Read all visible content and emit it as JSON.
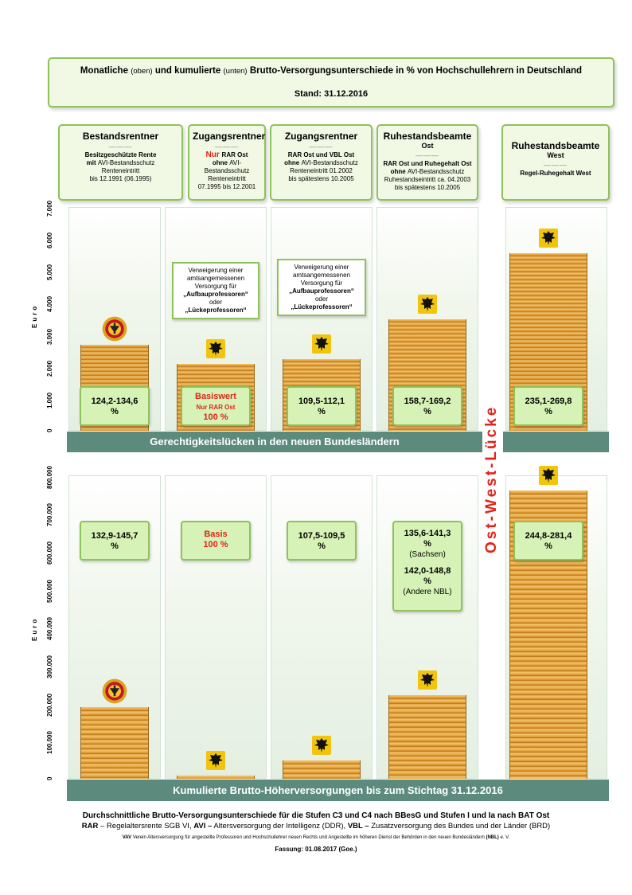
{
  "title": {
    "line1_a": "Monatliche",
    "line1_b": "(oben)",
    "line1_c": "und kumulierte",
    "line1_d": "(unten)",
    "line1_e": "Brutto-Versorgungsunterschiede in % von Hochschullehrern in Deutschland",
    "line2": "Stand: 31.12.2016"
  },
  "headers": [
    {
      "title": "Bestandsrentner",
      "dash": "———",
      "lines": [
        [
          "b",
          "Besitzgeschützte Rente"
        ],
        [
          "m",
          "mit|AVI-Bestandsschutz"
        ],
        [
          "n",
          "Renteneintritt"
        ],
        [
          "n",
          "bis 12.1991 (06.1995)"
        ]
      ]
    },
    {
      "title": "Zugangsrentner",
      "dash": "———",
      "lines": [
        [
          "r",
          "Nur|RAR Ost"
        ],
        [
          "m",
          "ohne|AVI-Bestandsschutz"
        ],
        [
          "n",
          "Renteneintritt"
        ],
        [
          "n",
          "07.1995 bis 12.2001"
        ]
      ]
    },
    {
      "title": "Zugangsrentner",
      "dash": "———",
      "lines": [
        [
          "b",
          "RAR Ost und VBL Ost"
        ],
        [
          "m",
          "ohne|AVI-Bestandsschutz"
        ],
        [
          "n",
          "Renteneintritt 01.2002"
        ],
        [
          "n",
          "bis spätestens 10.2005"
        ]
      ]
    },
    {
      "title": "Ruhestandsbeamte",
      "sub": "Ost",
      "dash": "———",
      "lines": [
        [
          "b",
          "RAR Ost und Ruhegehalt Ost"
        ],
        [
          "m",
          "ohne|AVI-Bestandsschutz"
        ],
        [
          "n",
          "Ruhestandseintritt ca. 04.2003"
        ],
        [
          "n",
          "bis spätestens 10.2005"
        ]
      ]
    },
    {
      "title": "Ruhestandsbeamte",
      "sub": "West",
      "dash": "———",
      "lines": [
        [
          "b",
          "Regel-Ruhegehalt West"
        ]
      ]
    }
  ],
  "notes": [
    {
      "l1": "Verweigerung einer",
      "l2": "amtsangemessenen",
      "l3": "Versorgung für",
      "b1": "„Aufbauprofessoren“",
      "l4": "oder",
      "b2": "„Lückeprofessoren“"
    },
    {
      "l1": "Verweigerung einer",
      "l2": "amtsangemessenen",
      "l3": "Versorgung für",
      "b1": "„Aufbauprofessoren“",
      "l4": "oder",
      "b2": "„Lückeprofessoren“"
    }
  ],
  "top_pct": [
    {
      "l1": "124,2-134,6",
      "l2": "%"
    },
    {
      "l1": "Basiswert",
      "l2": "Nur RAR Ost",
      "l3": "100 %"
    },
    {
      "l1": "109,5-112,1",
      "l2": "%"
    },
    {
      "l1": "158,7-169,2",
      "l2": "%"
    },
    {
      "l1": "235,1-269,8",
      "l2": "%"
    }
  ],
  "bottom_pct": [
    {
      "l1": "132,9-145,7",
      "l2": "%"
    },
    {
      "l1": "Basis",
      "l2": "100 %"
    },
    {
      "l1": "107,5-109,5",
      "l2": "%"
    },
    {
      "l1": "135,6-141,3",
      "l2": "%",
      "l3": "(Sachsen)",
      "l4": "142,0-148,8",
      "l5": "%",
      "l6": "(Andere NBL)"
    },
    {
      "l1": "244,8-281,4",
      "l2": "%"
    }
  ],
  "bands": {
    "top": "Gerechtigkeitslücken in den neuen Bundesländern",
    "bottom": "Kumulierte Brutto-Höherversorgungen bis zum Stichtag 31.12.2016",
    "vertical": "Ost-West-Lücke"
  },
  "axis_unit": "Euro",
  "chart_data": [
    {
      "type": "bar",
      "title": "",
      "ylabel": "Euro",
      "ylim": [
        0,
        7000
      ],
      "yticks": [
        "0",
        "1.000",
        "2.000",
        "3.000",
        "4.000",
        "5.000",
        "6.000",
        "7.000"
      ],
      "categories": [
        "Bestandsrentner",
        "Zugangsrentner (Nur RAR Ost)",
        "Zugangsrentner (RAR Ost und VBL Ost)",
        "Ruhestandsbeamte Ost",
        "Ruhestandsbeamte West"
      ],
      "values": [
        2700,
        2100,
        2250,
        3500,
        5550
      ],
      "emblems": [
        "ddr",
        "brd",
        "brd",
        "brd",
        "brd"
      ]
    },
    {
      "type": "bar",
      "title": "",
      "ylabel": "Euro",
      "ylim": [
        0,
        800000
      ],
      "yticks": [
        "0",
        "100.000",
        "200.000",
        "300.000",
        "400.000",
        "500.000",
        "600.000",
        "700.000",
        "800.000"
      ],
      "categories": [
        "Bestandsrentner",
        "Zugangsrentner (Nur RAR Ost)",
        "Zugangsrentner (RAR Ost und VBL Ost)",
        "Ruhestandsbeamte Ost",
        "Ruhestandsbeamte West"
      ],
      "values": [
        190000,
        8000,
        48000,
        220000,
        760000
      ],
      "emblems": [
        "ddr",
        "brd",
        "brd",
        "brd",
        "brd"
      ]
    }
  ],
  "footer": {
    "line1": "Durchschnittliche Brutto-Versorgungsunterschiede für die Stufen C3 und C4 nach BBesG und Stufen I und Ia nach BAT Ost",
    "rar_key": "RAR",
    "rar_txt": " – Regelaltersrente SGB VI, ",
    "avi_key": "AVI –",
    "avi_txt": " Altersversorgung der Intelligenz (DDR), ",
    "vbl_key": "VBL –",
    "vbl_txt": " Zusatzversorgung des Bundes und der Länder (BRD)",
    "vav_key": "VAV",
    "vav_txt": " Verein Altersversorgung für angestellte Professoren und Hochschullehrer neuen Rechts und Angestellte im höheren Dienst der Behörden in den neuen Bundesländern ",
    "nbl_key": "(NBL)",
    "vav_end": " e. V.",
    "fassung": "Fassung: 01.08.2017 (Goe.)"
  }
}
